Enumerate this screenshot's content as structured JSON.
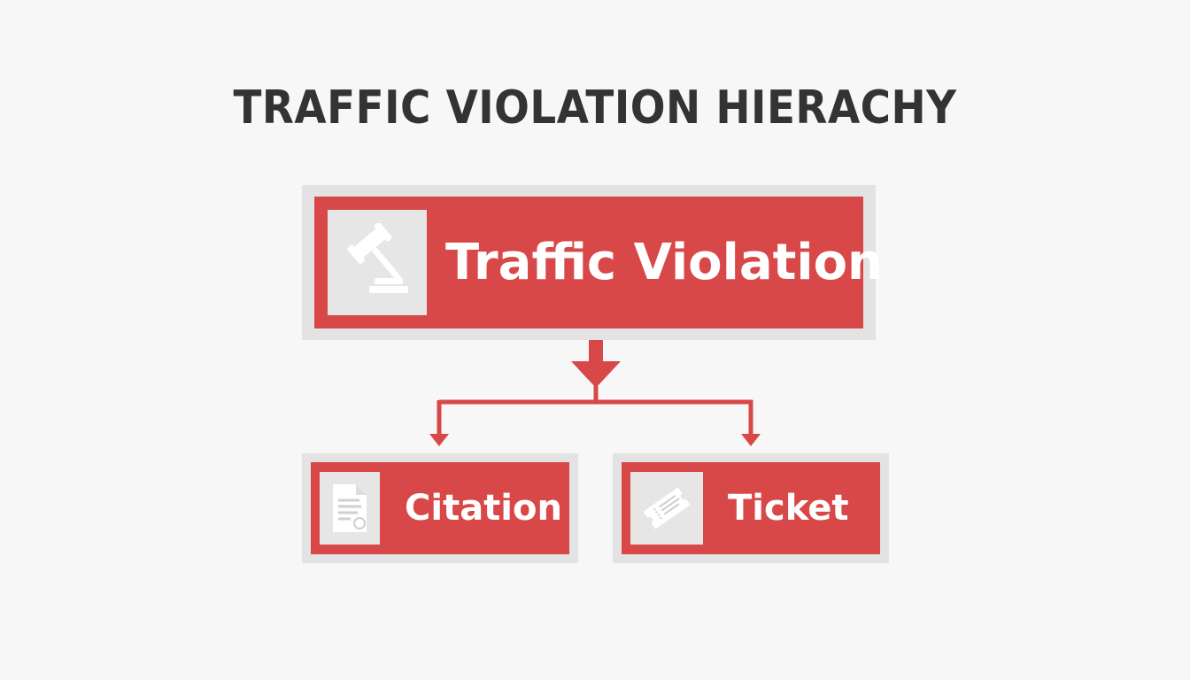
{
  "title": "TRAFFIC VIOLATION HIERACHY",
  "colors": {
    "accent": "#d94848",
    "frame": "#e3e3e3",
    "icon_bg": "#e6e6e6",
    "title": "#333333",
    "background": "#f7f7f7"
  },
  "root": {
    "label": "Traffic Violation",
    "icon": "gavel-icon"
  },
  "children": [
    {
      "label": "Citation",
      "icon": "document-icon"
    },
    {
      "label": "Ticket",
      "icon": "ticket-icon"
    }
  ]
}
